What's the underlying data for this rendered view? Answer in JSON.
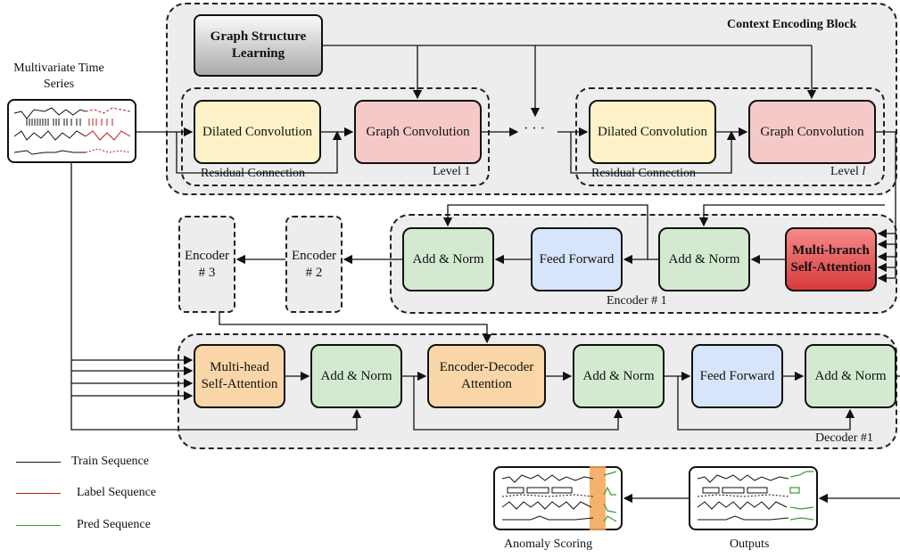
{
  "input": {
    "title": "Multivariate Time Series"
  },
  "context": {
    "title": "Context Encoding Block",
    "graph_learning": "Graph Structure Learning",
    "level1": {
      "dilated": "Dilated Convolution",
      "graph": "Graph Convolution",
      "residual": "Residual Connection",
      "level": "Level 1"
    },
    "ellipsis": "· · ·",
    "levell": {
      "dilated": "Dilated Convolution",
      "graph": "Graph Convolution",
      "residual": "Residual Connection",
      "level": "Level ",
      "level_var": "l"
    }
  },
  "encoder": {
    "caption": "Encoder # 1",
    "mba": "Multi-branch Self-Attention",
    "addnorm1": "Add & Norm",
    "ff": "Feed Forward",
    "addnorm2": "Add & Norm",
    "enc2": "Encoder # 2",
    "enc3": "Encoder # 3"
  },
  "decoder": {
    "caption": "Decoder #1",
    "mhsa": "Multi-head Self-Attention",
    "addnorm1": "Add & Norm",
    "eda": "Encoder-Decoder Attention",
    "addnorm2": "Add & Norm",
    "ff": "Feed Forward",
    "addnorm3": "Add & Norm"
  },
  "legend": {
    "items": [
      {
        "label": "Train Sequence",
        "color": "#111111"
      },
      {
        "label": "Label Sequence",
        "color": "#c0181e"
      },
      {
        "label": "Pred Sequence",
        "color": "#3a9a3a"
      }
    ]
  },
  "outputs": {
    "scoring": "Anomaly Scoring",
    "outputs": "Outputs"
  },
  "colors": {
    "anomaly_band": "#f5a453",
    "train": "#111111",
    "label": "#c0181e",
    "pred": "#3a9a3a"
  }
}
